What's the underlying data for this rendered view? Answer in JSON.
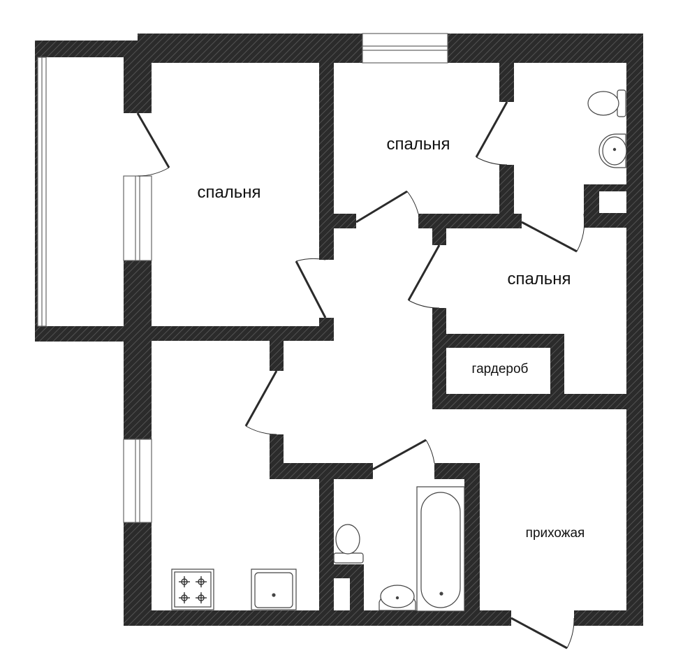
{
  "labels": {
    "bedroom_left": "спальня",
    "bedroom_top": "спальня",
    "bedroom_right": "спальня",
    "wardrobe": "гардероб",
    "hallway": "прихожая"
  },
  "colors": {
    "wall": "#2b2b2b",
    "hatch": "#5a5a5a",
    "fixture_stroke": "#444444",
    "background": "#ffffff"
  }
}
